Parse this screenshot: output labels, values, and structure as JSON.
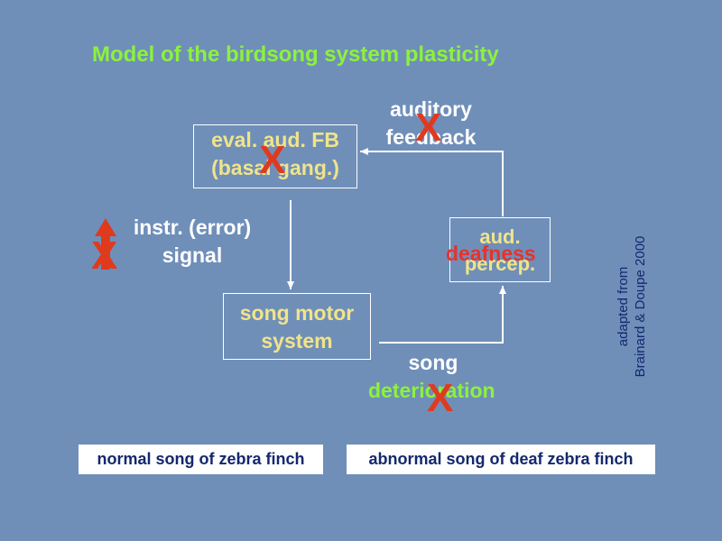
{
  "title": "Model of the birdsong system plasticity",
  "boxes": {
    "eval": {
      "line1": "eval. aud. FB",
      "line2": "(basal gang.)"
    },
    "motor": {
      "line1": "song motor",
      "line2": "system"
    },
    "percep": {
      "line1": "aud.",
      "line2": "percep."
    }
  },
  "labels": {
    "auditory_feedback": {
      "line1": "auditory",
      "line2": "feedback"
    },
    "instr_signal": {
      "line1": "instr. (error)",
      "line2": "signal"
    },
    "song_line": "song",
    "deterioration": "deterioration",
    "deafness": "deafness"
  },
  "x_mark": "X",
  "buttons": {
    "normal": "normal song of zebra finch",
    "abnormal": "abnormal song of deaf zebra finch"
  },
  "credit": {
    "line1": "adapted from",
    "line2": "Brainard & Doupe 2000"
  },
  "colors": {
    "background": "#6f8fb9",
    "title": "#8cf23c",
    "box_text": "#f0e48a",
    "red": "#e8322a",
    "credit": "#14286e"
  }
}
